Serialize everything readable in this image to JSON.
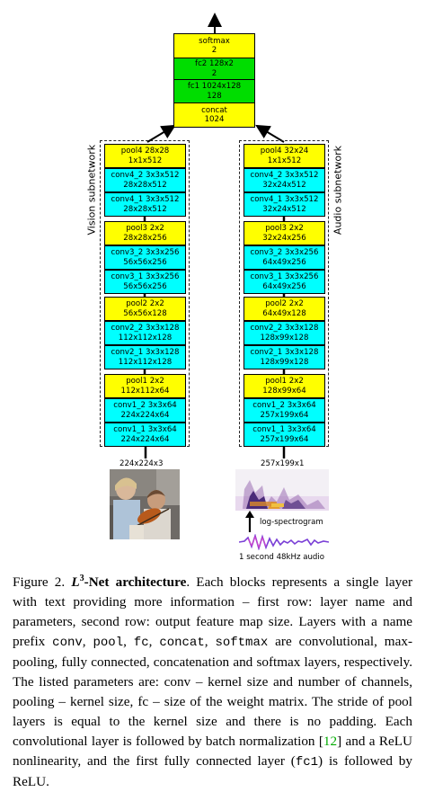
{
  "colors": {
    "pool": "#ffff00",
    "conv": "#00ffff",
    "fc": "#00dd00"
  },
  "top_stack": [
    {
      "l1": "softmax",
      "l2": "2",
      "color": "yellow"
    },
    {
      "l1": "fc2 128x2",
      "l2": "2",
      "color": "green"
    },
    {
      "l1": "fc1 1024x128",
      "l2": "128",
      "color": "green"
    },
    {
      "l1": "concat",
      "l2": "1024",
      "color": "yellow"
    }
  ],
  "vision": {
    "label": "Vision subnetwork",
    "input_size": "224x224x3",
    "blocks": [
      [
        {
          "l1": "pool4 28x28",
          "l2": "1x1x512",
          "color": "yellow"
        },
        {
          "l1": "conv4_2 3x3x512",
          "l2": "28x28x512",
          "color": "cyan"
        },
        {
          "l1": "conv4_1 3x3x512",
          "l2": "28x28x512",
          "color": "cyan"
        }
      ],
      [
        {
          "l1": "pool3 2x2",
          "l2": "28x28x256",
          "color": "yellow"
        },
        {
          "l1": "conv3_2 3x3x256",
          "l2": "56x56x256",
          "color": "cyan"
        },
        {
          "l1": "conv3_1 3x3x256",
          "l2": "56x56x256",
          "color": "cyan"
        }
      ],
      [
        {
          "l1": "pool2 2x2",
          "l2": "56x56x128",
          "color": "yellow"
        },
        {
          "l1": "conv2_2 3x3x128",
          "l2": "112x112x128",
          "color": "cyan"
        },
        {
          "l1": "conv2_1 3x3x128",
          "l2": "112x112x128",
          "color": "cyan"
        }
      ],
      [
        {
          "l1": "pool1 2x2",
          "l2": "112x112x64",
          "color": "yellow"
        },
        {
          "l1": "conv1_2 3x3x64",
          "l2": "224x224x64",
          "color": "cyan"
        },
        {
          "l1": "conv1_1 3x3x64",
          "l2": "224x224x64",
          "color": "cyan"
        }
      ]
    ]
  },
  "audio": {
    "label": "Audio subnetwork",
    "input_size": "257x199x1",
    "spectrogram_label": "log-spectrogram",
    "audio_label": "1 second 48kHz audio",
    "blocks": [
      [
        {
          "l1": "pool4 32x24",
          "l2": "1x1x512",
          "color": "yellow"
        },
        {
          "l1": "conv4_2 3x3x512",
          "l2": "32x24x512",
          "color": "cyan"
        },
        {
          "l1": "conv4_1 3x3x512",
          "l2": "32x24x512",
          "color": "cyan"
        }
      ],
      [
        {
          "l1": "pool3 2x2",
          "l2": "32x24x256",
          "color": "yellow"
        },
        {
          "l1": "conv3_2 3x3x256",
          "l2": "64x49x256",
          "color": "cyan"
        },
        {
          "l1": "conv3_1 3x3x256",
          "l2": "64x49x256",
          "color": "cyan"
        }
      ],
      [
        {
          "l1": "pool2 2x2",
          "l2": "64x49x128",
          "color": "yellow"
        },
        {
          "l1": "conv2_2 3x3x128",
          "l2": "128x99x128",
          "color": "cyan"
        },
        {
          "l1": "conv2_1 3x3x128",
          "l2": "128x99x128",
          "color": "cyan"
        }
      ],
      [
        {
          "l1": "pool1 2x2",
          "l2": "128x99x64",
          "color": "yellow"
        },
        {
          "l1": "conv1_2 3x3x64",
          "l2": "257x199x64",
          "color": "cyan"
        },
        {
          "l1": "conv1_1 3x3x64",
          "l2": "257x199x64",
          "color": "cyan"
        }
      ]
    ]
  },
  "caption": {
    "figure_label": "Figure 2.",
    "title_math": "L",
    "title_sup": "3",
    "title_rest": "-Net architecture",
    "text_1": ". Each blocks represents a single layer with text providing more information – first row: layer name and parameters, second row: output feature map size. Layers with a name prefix ",
    "prefix_conv": "conv",
    "sep_1": ", ",
    "prefix_pool": "pool",
    "sep_2": ", ",
    "prefix_fc": "fc",
    "sep_3": ", ",
    "prefix_concat": "concat",
    "sep_4": ", ",
    "prefix_softmax": "softmax",
    "text_2": " are convolutional, max-pooling, fully connected, concatenation and softmax layers, respectively. The listed parameters are: conv – kernel size and number of channels, pooling – kernel size, fc – size of the weight matrix. The stride of pool layers is equal to the kernel size and there is no padding. Each convolutional layer is followed by batch normalization [",
    "cite": "12",
    "text_3": "] and a ReLU nonlinearity, and the first fully connected layer (",
    "fc1_mono": "fc1",
    "text_4": ") is followed by ReLU."
  }
}
